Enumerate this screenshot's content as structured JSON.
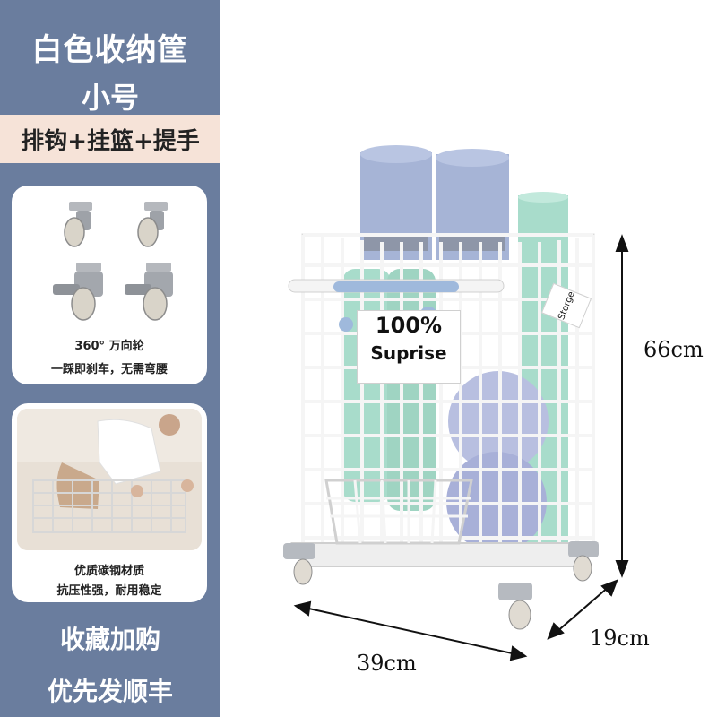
{
  "sidebar": {
    "title": "白色收纳筐",
    "size": "小号",
    "accessories": "排钩+挂篮+提手",
    "wheels_card": {
      "caption_line1": "360° 万向轮",
      "caption_line2": "一踩即刹车，无需弯腰"
    },
    "steel_card": {
      "caption_line1": "优质碳钢材质",
      "caption_line2": "抗压性强，耐用稳定"
    },
    "cta_line1": "收藏加购",
    "cta_line2": "优先发顺丰"
  },
  "product": {
    "sign_line1": "100%",
    "sign_line2": "Suprise",
    "tag_text": "Storge",
    "dimensions": {
      "height": "66cm",
      "width": "39cm",
      "depth": "19cm"
    }
  },
  "colors": {
    "sidebar_bg": "#6a7d9e",
    "accessory_bar_bg": "#f6e3d8",
    "mat_blue": "#a6b4d6",
    "mint": "#a8dccb",
    "rack_white": "#f5f5f5"
  }
}
